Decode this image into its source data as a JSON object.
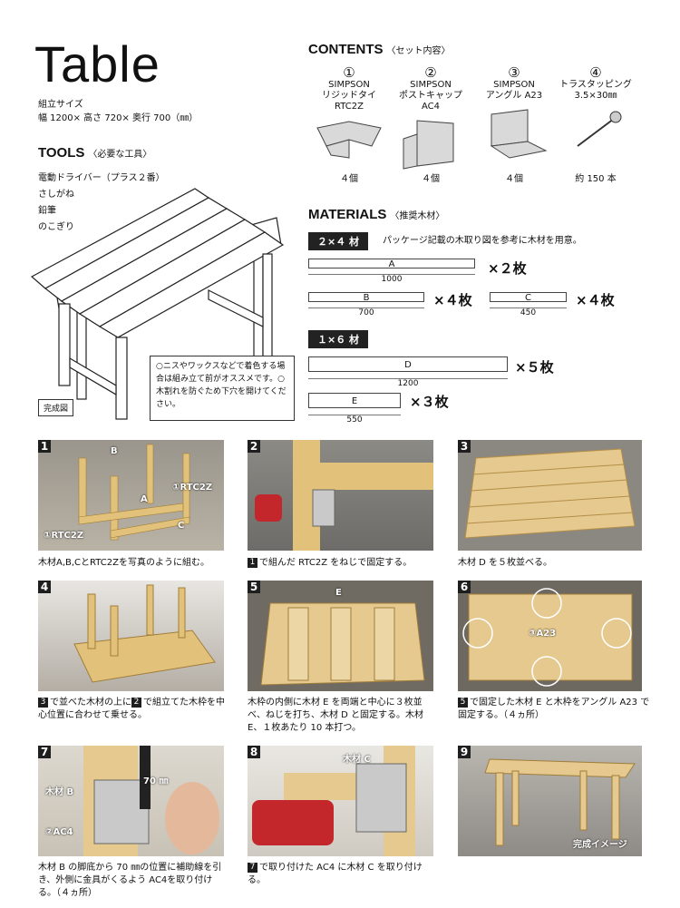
{
  "header": {
    "title": "Table",
    "size_label": "組立サイズ",
    "size_value": "幅 1200× 高さ 720× 奥行 700（㎜）"
  },
  "tools": {
    "heading": "TOOLS",
    "sub": "〈必要な工具〉",
    "items": [
      "電動ドライバー（プラス２番）",
      "さしがね",
      "鉛筆",
      "のこぎり"
    ]
  },
  "illustration": {
    "label": "完成図",
    "note": "○ニスやワックスなどで着色する場合は組み立て前がオススメです。○木割れを防ぐため下穴を開けてください。"
  },
  "contents": {
    "heading": "CONTENTS",
    "sub": "〈セット内容〉",
    "items": [
      {
        "num": "①",
        "name1": "SIMPSON",
        "name2": "リジッドタイ",
        "name3": "RTC2Z",
        "qty": "４個"
      },
      {
        "num": "②",
        "name1": "SIMPSON",
        "name2": "ポストキャップ AC4",
        "name3": "",
        "qty": "４個"
      },
      {
        "num": "③",
        "name1": "SIMPSON",
        "name2": "アングル A23",
        "name3": "",
        "qty": "４個"
      },
      {
        "num": "④",
        "name1": "トラスタッピング",
        "name2": "3.5×30㎜",
        "name3": "",
        "qty": "約 150 本"
      }
    ]
  },
  "materials": {
    "heading": "MATERIALS",
    "sub": "〈推奨木材〉",
    "group1_tag": "２×４ 材",
    "group1_note": "パッケージ記載の木取り図を参考に木材を用意。",
    "group2_tag": "１×６ 材",
    "boards": [
      {
        "id": "A",
        "length": "1000",
        "qty": "×２枚"
      },
      {
        "id": "B",
        "length": "700",
        "qty": "×４枚"
      },
      {
        "id": "C",
        "length": "450",
        "qty": "×４枚"
      },
      {
        "id": "D",
        "length": "1200",
        "qty": "×５枚"
      },
      {
        "id": "E",
        "length": "550",
        "qty": "×３枚"
      }
    ]
  },
  "steps": [
    {
      "num": "1",
      "caption": "木材A,B,CとRTC2Zを写真のように組む。",
      "labels": [
        "B",
        "A",
        "C",
        "①RTC2Z",
        "①RTC2Z"
      ]
    },
    {
      "num": "2",
      "ref": "1",
      "caption": "で組んだ RTC2Z をねじで固定する。"
    },
    {
      "num": "3",
      "caption": "木材 D を５枚並べる。"
    },
    {
      "num": "4",
      "ref": "3",
      "ref2": "2",
      "caption_a": "で並べた木材の上に",
      "caption_b": "で組立てた木枠を中心位置に合わせて乗せる。"
    },
    {
      "num": "5",
      "caption": "木枠の内側に木材 E を両端と中心に３枚並べ、ねじを打ち、木材 D と固定する。木材 E、１枚あたり 10 本打つ。",
      "labels": [
        "E"
      ]
    },
    {
      "num": "6",
      "ref": "5",
      "caption": "で固定した木材 E と木枠をアングル A23 で固定する。（４ヵ所）",
      "labels": [
        "③A23"
      ]
    },
    {
      "num": "7",
      "caption": "木材 B の脚底から 70 ㎜の位置に補助線を引き、外側に金具がくるよう AC4を取り付ける。（４ヵ所）",
      "labels": [
        "木材 B",
        "70 ㎜",
        "②AC4"
      ]
    },
    {
      "num": "8",
      "ref": "7",
      "caption": "で取り付けた AC4 に木材 C を取り付ける。",
      "labels": [
        "木材 C"
      ]
    },
    {
      "num": "9",
      "caption": "",
      "labels": [
        "完成イメージ"
      ]
    }
  ]
}
